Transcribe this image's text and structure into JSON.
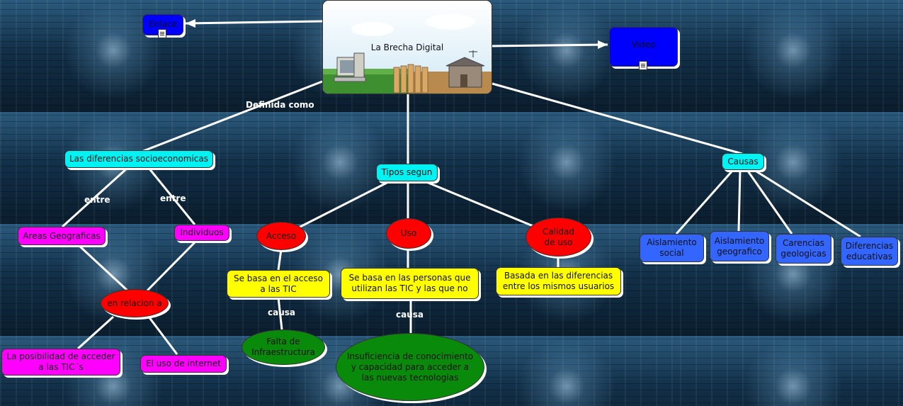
{
  "title": "La Brecha Digital",
  "links": {
    "enlace": "Enlace",
    "video": "Video"
  },
  "labels": {
    "definida": "Definida como",
    "entre1": "entre",
    "entre2": "entre",
    "causa1": "causa",
    "causa2": "causa"
  },
  "nodes": {
    "diferencias": "Las diferencias socioeconomicas",
    "tipos": "Tipos segun",
    "causas": "Causas",
    "areas": "Areas Geograficas",
    "individuos": "Individuos",
    "relacion": "en relacion a",
    "posibilidad": "La posibilidad de acceder a las TIC´s",
    "uso_internet": "El uso de internet",
    "acceso": "Acceso",
    "uso": "Uso",
    "calidad": "Calidad de uso",
    "acceso_desc": "Se basa en el acceso a las TIC",
    "uso_desc": "Se basa en las personas que utilizan las TIC y las que no",
    "calidad_desc": "Basada en las diferencias entre los mismos usuarios",
    "falta": "Falta de Infraestructura",
    "insuficiencia": "Insuficiencia de conocimiento y capacidad para acceder a las nuevas tecnologias",
    "aislamiento_social": "Aislamiento social",
    "aislamiento_geo": "Aislamiento geografico",
    "carencias": "Carencias geologicas",
    "diferencias_edu": "Diferencias educativas"
  },
  "colors": {
    "cyan": "#00f2f2",
    "magenta": "#ff00ff",
    "yellow": "#ffff00",
    "red": "#ff0000",
    "green": "#0a8a0a",
    "blue_dark": "#0000ff",
    "blue_light": "#3366ff"
  },
  "icons": [
    "document-icon"
  ]
}
